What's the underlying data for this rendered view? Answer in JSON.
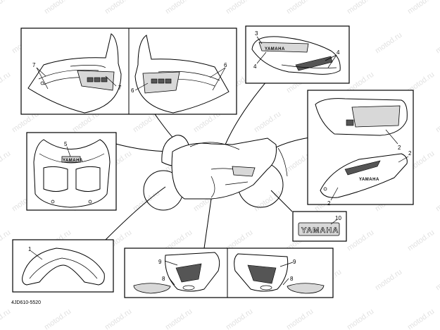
{
  "diagram": {
    "watermark_text": "motod.ru",
    "part_code": "4JD610-5520",
    "brand_text": "YAMAHA",
    "callouts": {
      "c1": "1",
      "c2a": "2",
      "c2b": "2",
      "c2c": "2",
      "c3": "3",
      "c4a": "4",
      "c4b": "4",
      "c5": "5",
      "c6a": "6",
      "c6b": "6",
      "c7a": "7",
      "c7b": "7",
      "c8a": "8",
      "c8b": "8",
      "c9a": "9",
      "c9b": "9",
      "c10": "10"
    }
  }
}
